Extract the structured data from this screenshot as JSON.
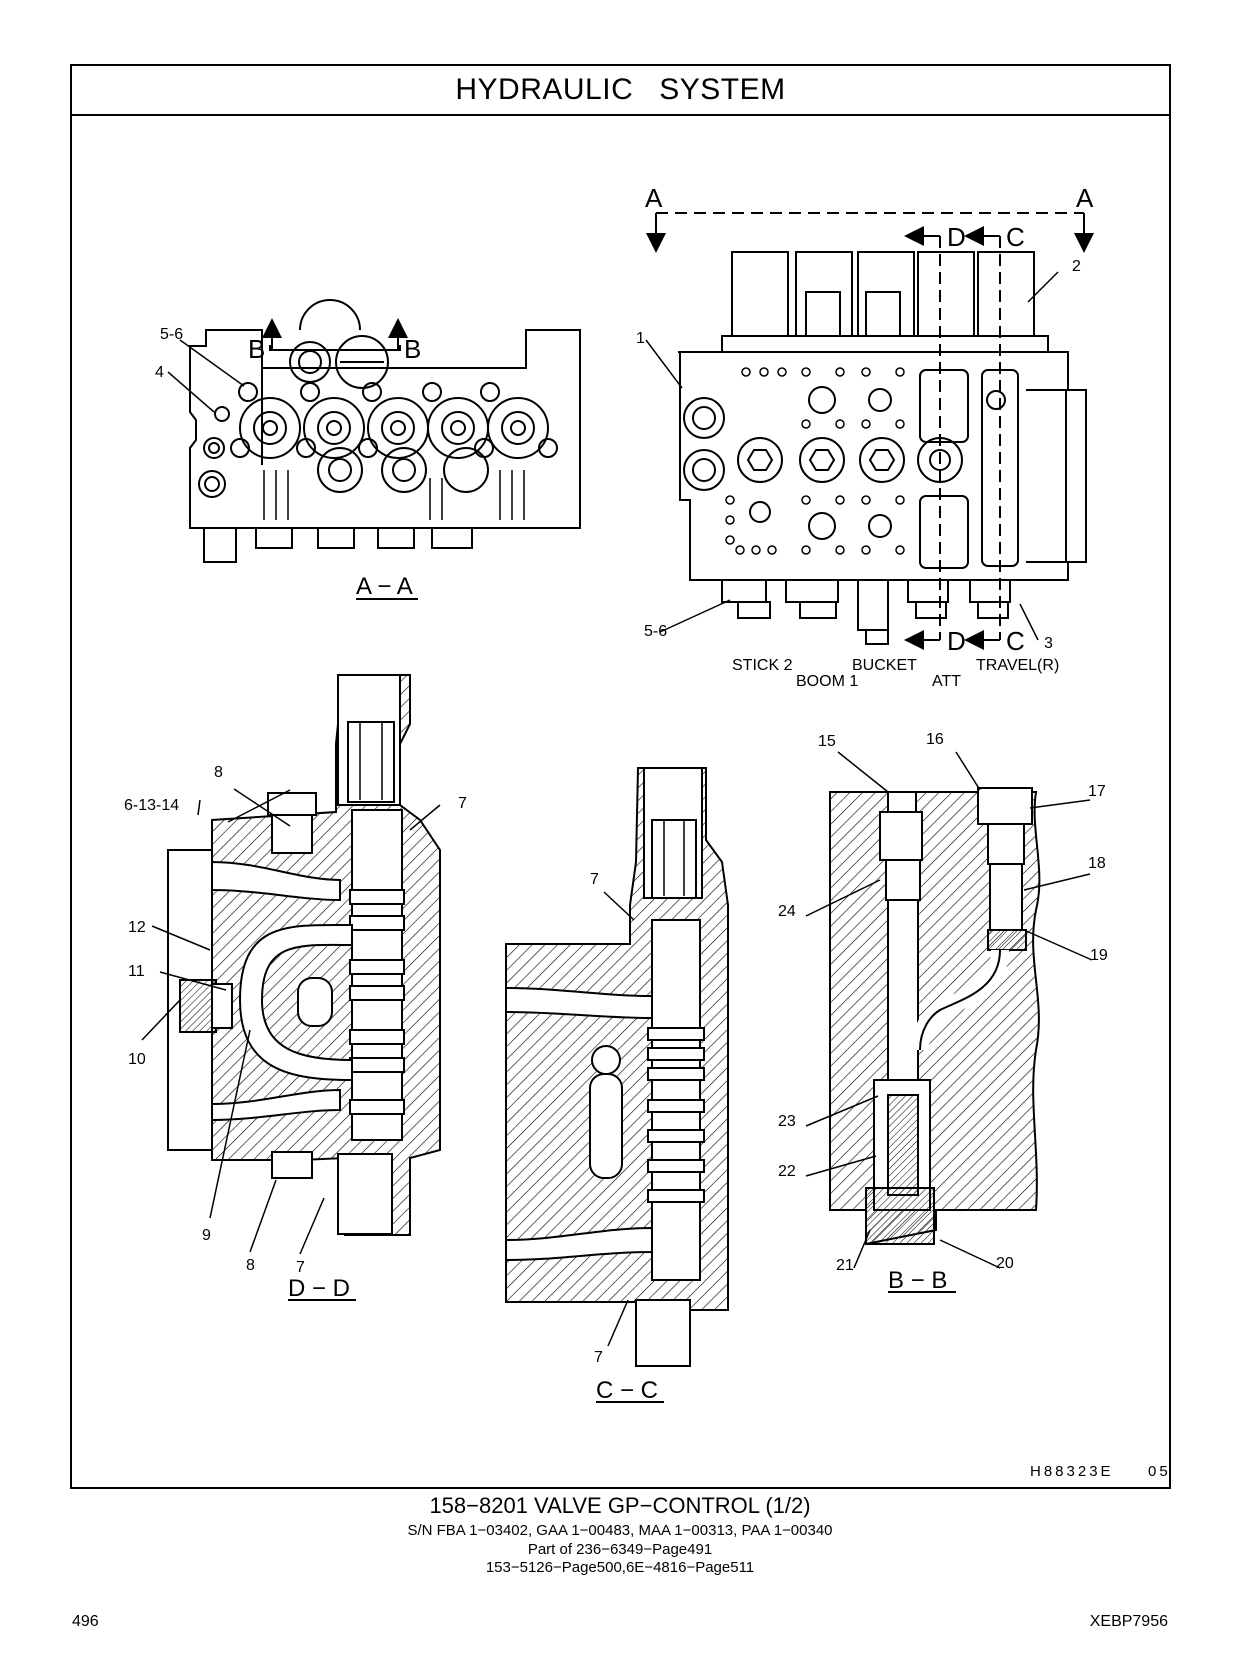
{
  "header": {
    "title_word1": "HYDRAULIC",
    "title_word2": "SYSTEM"
  },
  "views": {
    "aa": "A − A",
    "bb": "B − B",
    "cc": "C − C",
    "dd": "D − D"
  },
  "section_markers": {
    "a": "A",
    "b": "B",
    "c": "C",
    "d": "D"
  },
  "valve_sections": {
    "stick2": "STICK 2",
    "boom1": "BOOM 1",
    "bucket": "BUCKET",
    "att": "ATT",
    "travel": "TRAVEL(R)"
  },
  "callouts": {
    "c1": "1",
    "c2": "2",
    "c3": "3",
    "c4": "4",
    "c56": "5-6",
    "c61314": "6-13-14",
    "c7": "7",
    "c8": "8",
    "c9": "9",
    "c10": "10",
    "c11": "11",
    "c12": "12",
    "c15": "15",
    "c16": "16",
    "c17": "17",
    "c18": "18",
    "c19": "19",
    "c20": "20",
    "c21": "21",
    "c22": "22",
    "c23": "23",
    "c24": "24"
  },
  "illustration_id": "H88323E",
  "illustration_rev": "05",
  "caption": {
    "main": "158−8201   VALVE  GP−CONTROL (1/2)",
    "serials": "S/N FBA 1−03402, GAA 1−00483, MAA 1−00313, PAA 1−00340",
    "part_of": "Part of 236−6349−Page491",
    "refs": "153−5126−Page500,6E−4816−Page511"
  },
  "footer": {
    "page_number": "496",
    "doc_id": "XEBP7956"
  }
}
